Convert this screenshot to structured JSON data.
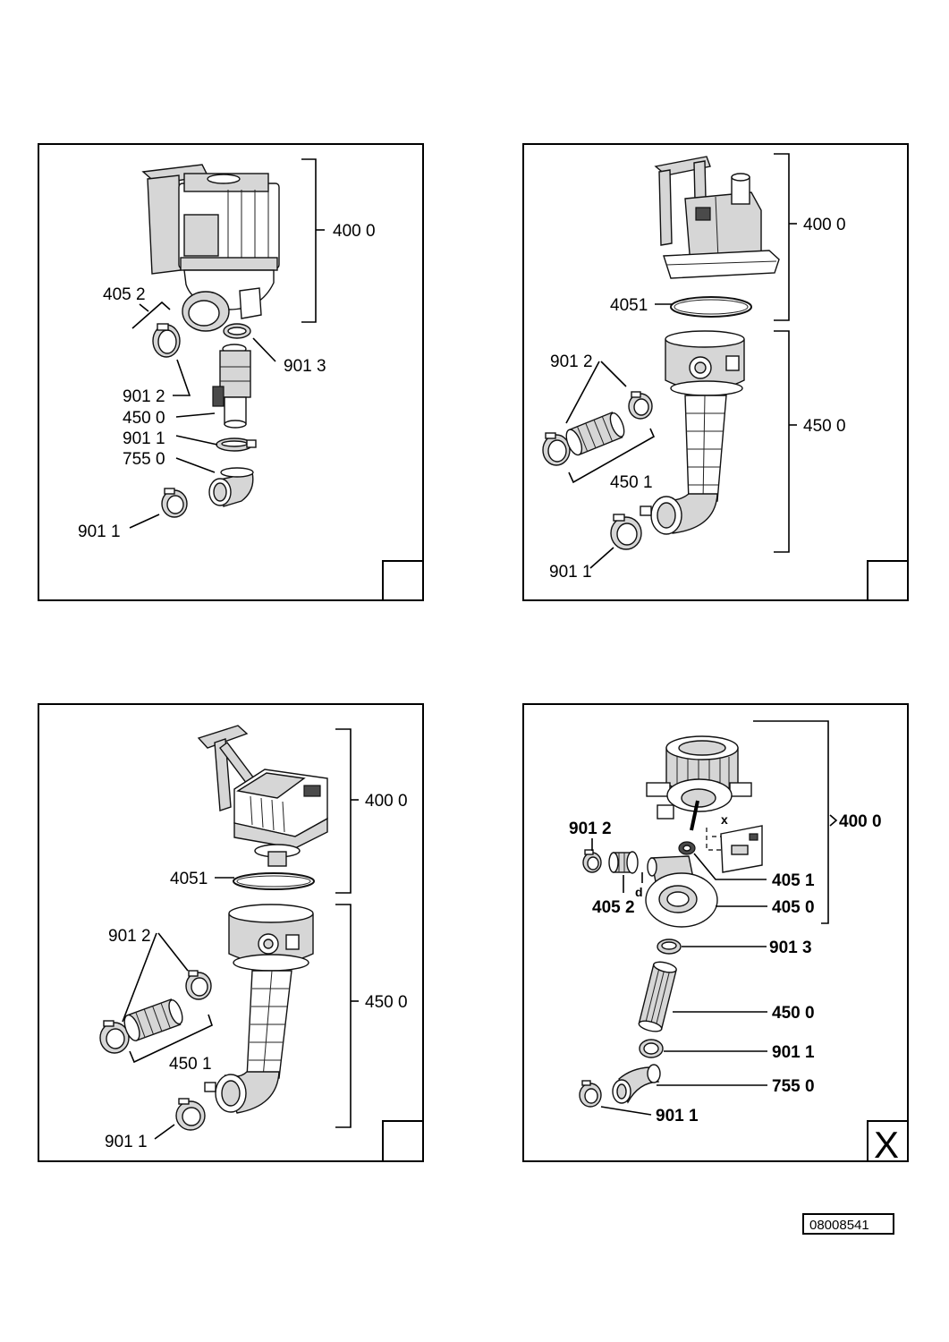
{
  "panels": [
    {
      "labels": [
        "400 0",
        "405 2",
        "901 3",
        "901 2",
        "450 0",
        "901 1",
        "755 0",
        "901 1"
      ]
    },
    {
      "labels": [
        "400 0",
        "4051",
        "901 2",
        "450 1",
        "450 0",
        "901 1"
      ]
    },
    {
      "labels": [
        "400 0",
        "4051",
        "901 2",
        "450 0",
        "450 1",
        "901 1"
      ]
    },
    {
      "labels": [
        "901 2",
        "400 0",
        "x",
        "405 1",
        "d",
        "405 2",
        "405 0",
        "901 3",
        "450 0",
        "901 1",
        "755 0",
        "901 1"
      ],
      "corner_mark": "X"
    }
  ],
  "reference_number": "08008541"
}
